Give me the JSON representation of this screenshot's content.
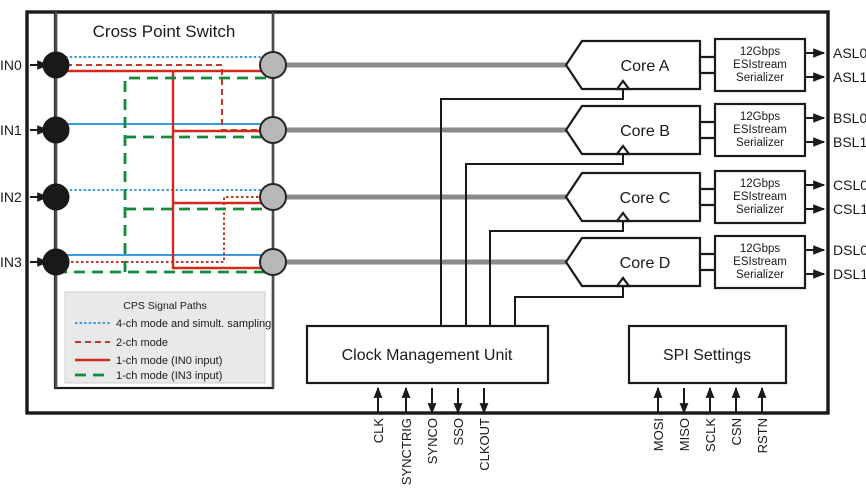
{
  "figure": {
    "chip_label": "",
    "cross_point_switch": {
      "title": "Cross Point Switch"
    },
    "inputs": [
      {
        "label": "IN0"
      },
      {
        "label": "IN1"
      },
      {
        "label": "IN2"
      },
      {
        "label": "IN3"
      }
    ],
    "cores": [
      {
        "label": "Core A"
      },
      {
        "label": "Core B"
      },
      {
        "label": "Core C"
      },
      {
        "label": "Core D"
      }
    ],
    "serializers": [
      {
        "line1": "12Gbps",
        "line2": "ESIstream",
        "line3": "Serializer"
      },
      {
        "line1": "12Gbps",
        "line2": "ESIstream",
        "line3": "Serializer"
      },
      {
        "line1": "12Gbps",
        "line2": "ESIstream",
        "line3": "Serializer"
      },
      {
        "line1": "12Gbps",
        "line2": "ESIstream",
        "line3": "Serializer"
      }
    ],
    "outputs": [
      {
        "top": "ASL0",
        "bottom": "ASL1"
      },
      {
        "top": "BSL0",
        "bottom": "BSL1"
      },
      {
        "top": "CSL0",
        "bottom": "CSL1"
      },
      {
        "top": "DSL0",
        "bottom": "DSL1"
      }
    ],
    "clock_unit": {
      "title": "Clock Management Unit"
    },
    "spi_unit": {
      "title": "SPI Settings"
    },
    "clock_pins": [
      {
        "name": "CLK",
        "direction": "in"
      },
      {
        "name": "SYNCTRIG",
        "direction": "in"
      },
      {
        "name": "SYNCO",
        "direction": "out"
      },
      {
        "name": "SSO",
        "direction": "out"
      },
      {
        "name": "CLKOUT",
        "direction": "out"
      }
    ],
    "spi_pins": [
      {
        "name": "MOSI",
        "direction": "in"
      },
      {
        "name": "MISO",
        "direction": "out"
      },
      {
        "name": "SCLK",
        "direction": "in"
      },
      {
        "name": "CSN",
        "direction": "in"
      },
      {
        "name": "RSTN",
        "direction": "in"
      }
    ],
    "legend": {
      "title": "CPS Signal Paths",
      "items": [
        {
          "label": "4-ch mode and simult. sampling",
          "color": "#3a9bdc",
          "style": "dotted"
        },
        {
          "label": "2-ch mode",
          "color": "#c0392b",
          "style": "dashed"
        },
        {
          "label": "1-ch mode (IN0 input)",
          "color": "#d02b1a",
          "style": "solid"
        },
        {
          "label": "1-ch mode (IN3 input)",
          "color": "#128a3c",
          "style": "dash-green"
        }
      ]
    }
  }
}
